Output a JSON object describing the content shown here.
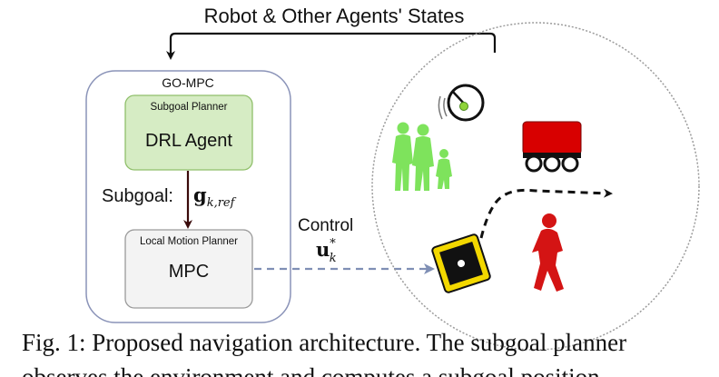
{
  "top_label": "Robot & Other Agents' States",
  "gompc": {
    "title": "GO-MPC",
    "subgoal_planner": {
      "header": "Subgoal Planner",
      "body": "DRL Agent",
      "fill": "#d6ecc4",
      "stroke": "#8fbf6a"
    },
    "local_planner": {
      "header": "Local Motion Planner",
      "body": "MPC",
      "fill": "#f3f3f3",
      "stroke": "#9a9a9a"
    }
  },
  "subgoal_label": {
    "text": "Subgoal:",
    "math_bold": "g",
    "math_sub": "k,ref"
  },
  "control_label": {
    "text": "Control",
    "math_bold": "u",
    "math_sup": "*",
    "math_sub": "k"
  },
  "colors": {
    "pedestrian_green": "#7ee35c",
    "pedestrian_red": "#d41414",
    "robot_red": "#d80000",
    "robot_yellow": "#f3d800",
    "dashed_arrow": "#7f8fb5",
    "scene_border": "#9b9b9b"
  },
  "icons": [
    "pedestrian-group-icon",
    "roomba-robot-icon",
    "tracked-robot-icon",
    "ground-robot-icon",
    "walking-pedestrian-icon"
  ],
  "caption": {
    "line1": "Fig. 1: Proposed navigation architecture. The subgoal planner",
    "line2": "observes the environment and computes a subgoal position"
  }
}
